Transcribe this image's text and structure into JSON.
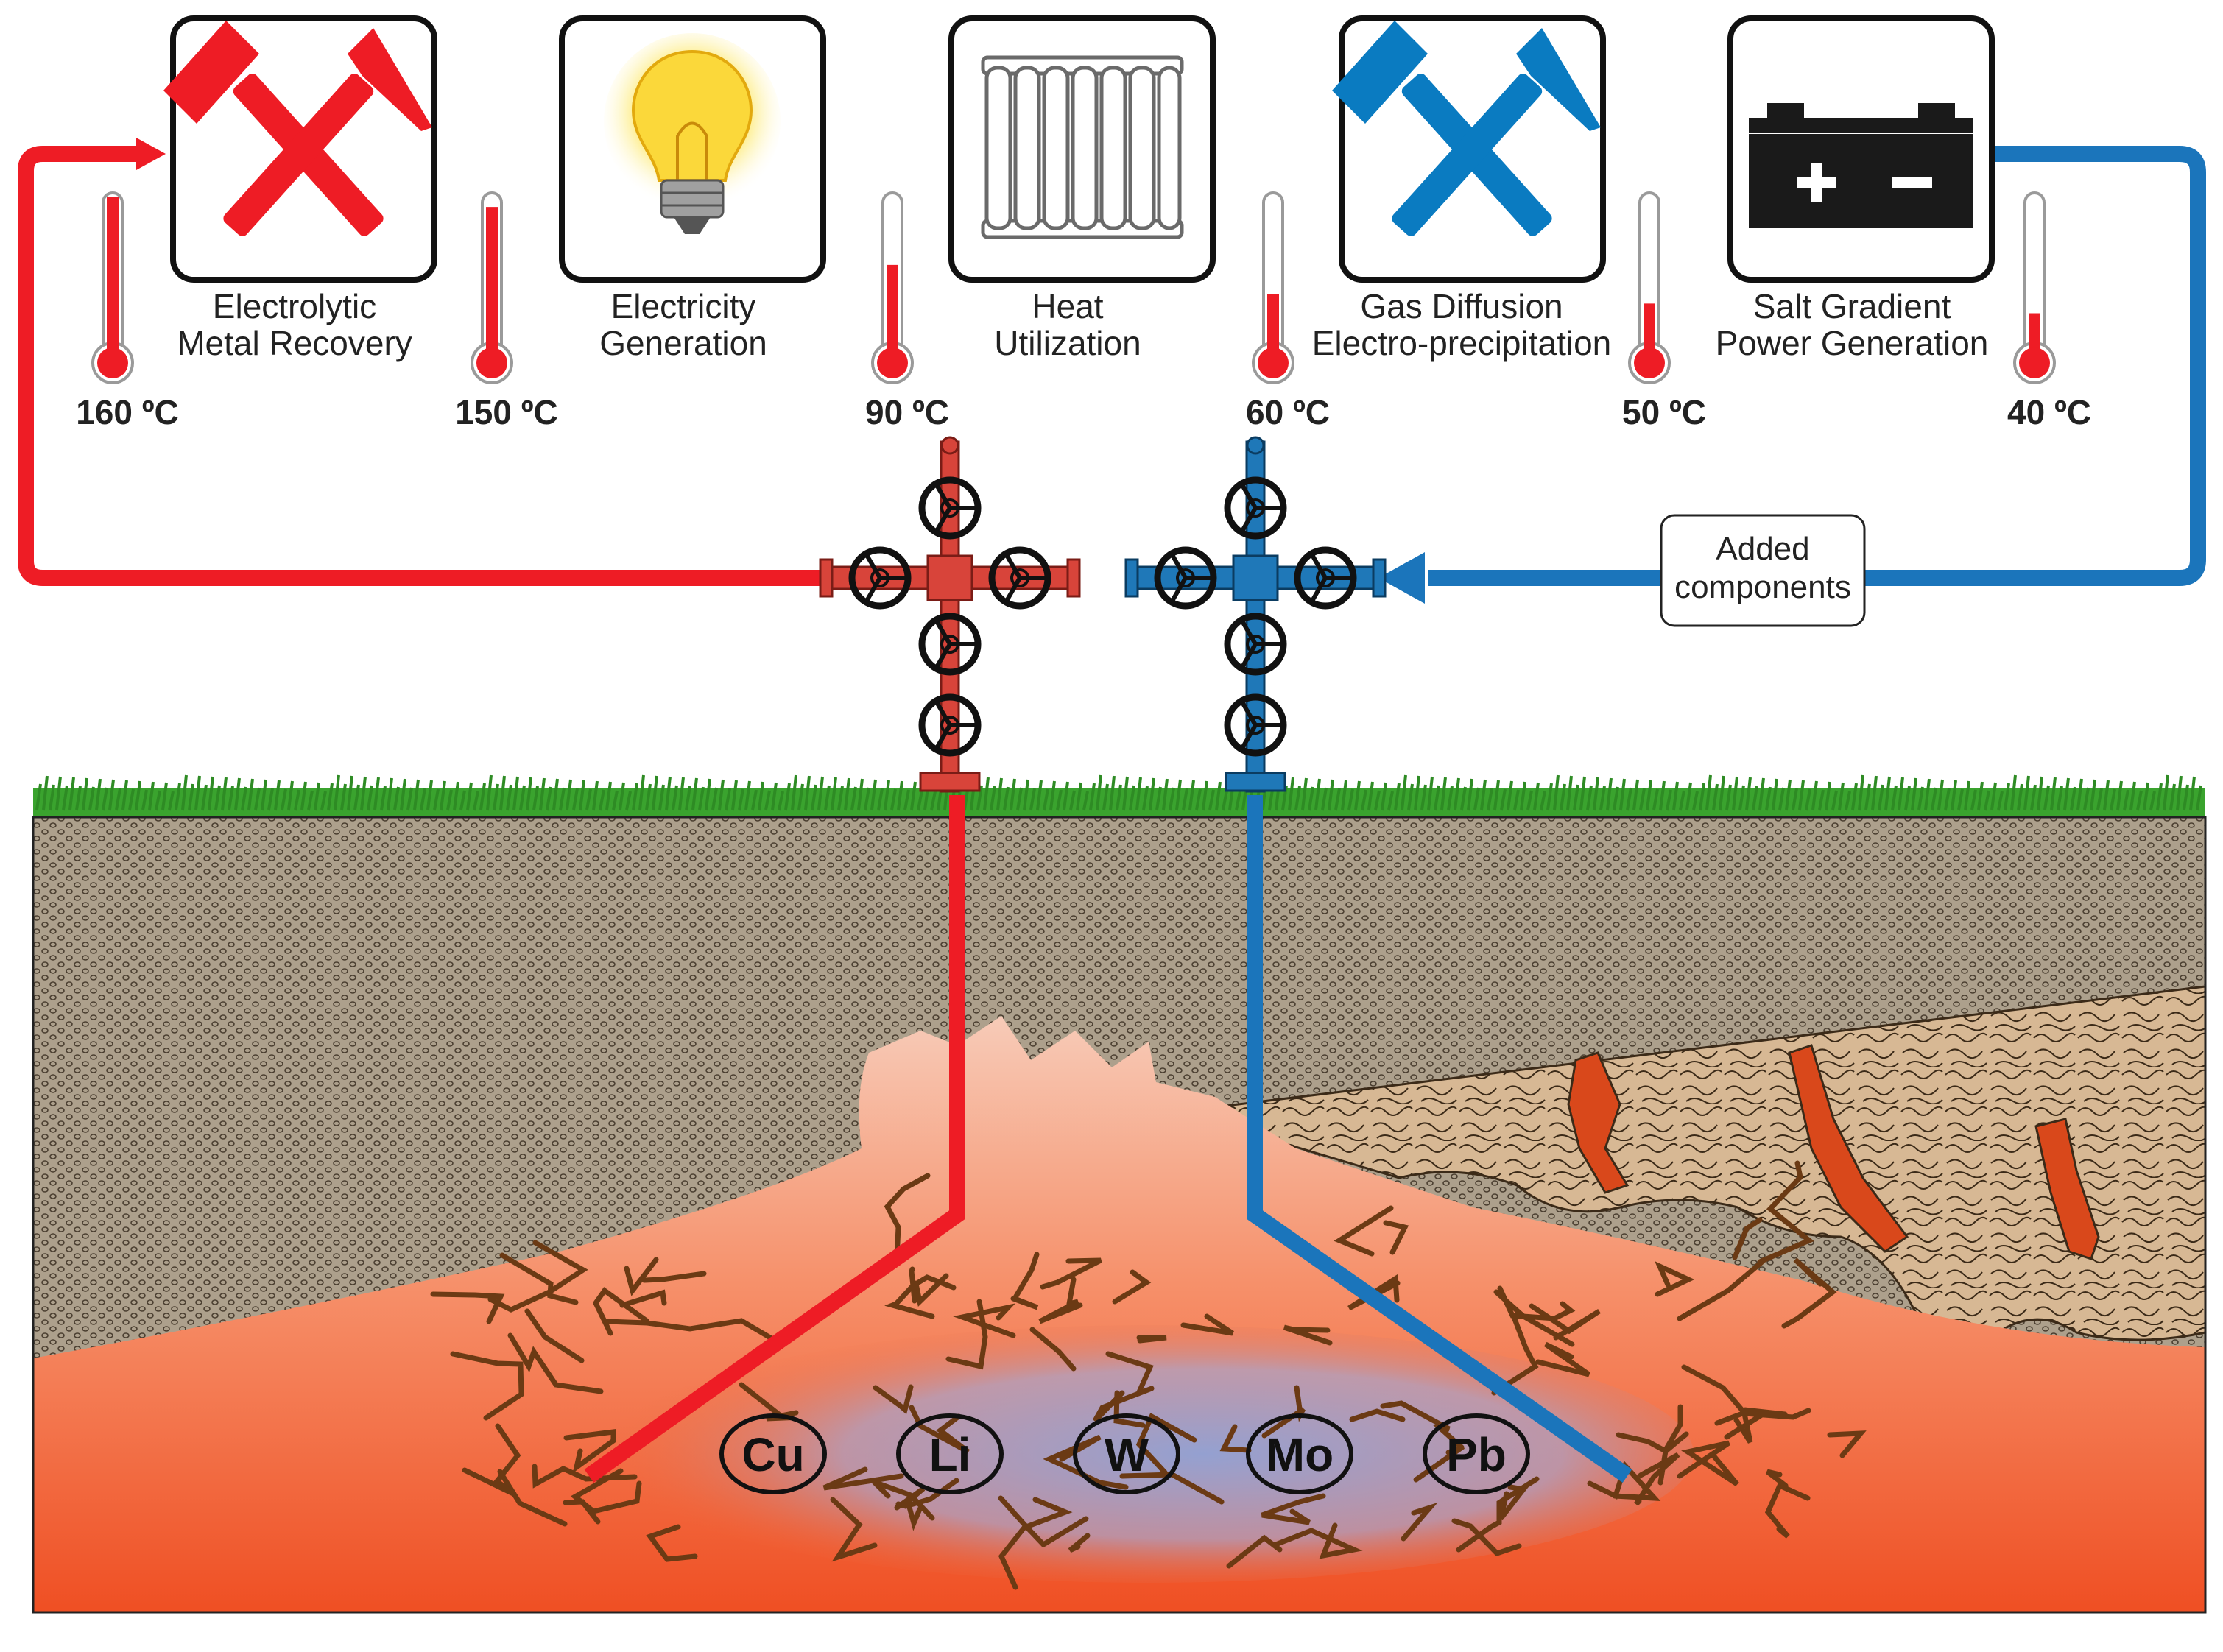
{
  "stages": [
    {
      "label_line1": "Electrolytic",
      "label_line2": "Metal Recovery",
      "icon": "hammer-pick-icon",
      "icon_color": "#ee1c25"
    },
    {
      "label_line1": "Electricity",
      "label_line2": "Generation",
      "icon": "light-bulb-icon",
      "icon_color": "#f6c21c"
    },
    {
      "label_line1": "Heat",
      "label_line2": "Utilization",
      "icon": "radiator-icon",
      "icon_color": "#777777"
    },
    {
      "label_line1": "Gas Diffusion",
      "label_line2": "Electro-precipitation",
      "icon": "hammer-pick-icon",
      "icon_color": "#0a7bc1"
    },
    {
      "label_line1": "Salt Gradient",
      "label_line2": "Power Generation",
      "icon": "battery-icon",
      "icon_color": "#1a1a1a"
    }
  ],
  "temperatures": [
    {
      "label": "160 ºC",
      "value_c": 160
    },
    {
      "label": "150 ºC",
      "value_c": 150
    },
    {
      "label": "90 ºC",
      "value_c": 90
    },
    {
      "label": "60 ºC",
      "value_c": 60
    },
    {
      "label": "50 ºC",
      "value_c": 50
    },
    {
      "label": "40 ºC",
      "value_c": 40
    }
  ],
  "callout": {
    "line1": "Added",
    "line2": "components"
  },
  "elements": [
    "Cu",
    "Li",
    "W",
    "Mo",
    "Pb"
  ],
  "colors": {
    "hot": "#ee1c25",
    "cold": "#1b75bb",
    "reservoir": "#f26a3a",
    "grass": "#3aa32e",
    "sediment": "#b39a7c",
    "fracture": "#6b3a14",
    "vein": "#d9481b"
  }
}
